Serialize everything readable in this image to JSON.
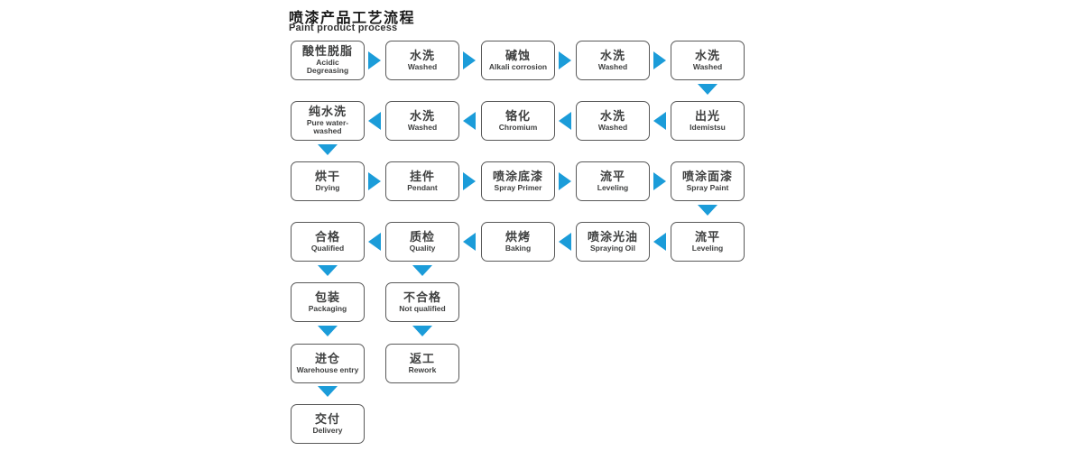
{
  "title": {
    "zh": "喷漆产品工艺流程",
    "en": "Paint product process"
  },
  "colors": {
    "arrow": "#1b9cd9",
    "border": "#595959",
    "text": "#3f4040",
    "title": "#1a1a1a",
    "bg": "#ffffff"
  },
  "process": {
    "rows": [
      {
        "direction": "right",
        "nodes": [
          {
            "zh": "酸性脱脂",
            "en": "Acidic\nDegreasing"
          },
          {
            "zh": "水洗",
            "en": "Washed"
          },
          {
            "zh": "碱蚀",
            "en": "Alkali corrosion"
          },
          {
            "zh": "水洗",
            "en": "Washed"
          },
          {
            "zh": "水洗",
            "en": "Washed"
          }
        ]
      },
      {
        "direction": "left",
        "nodes": [
          {
            "zh": "纯水洗",
            "en": "Pure water-\nwashed"
          },
          {
            "zh": "水洗",
            "en": "Washed"
          },
          {
            "zh": "铬化",
            "en": "Chromium"
          },
          {
            "zh": "水洗",
            "en": "Washed"
          },
          {
            "zh": "出光",
            "en": "Idemistsu"
          }
        ]
      },
      {
        "direction": "right",
        "nodes": [
          {
            "zh": "烘干",
            "en": "Drying"
          },
          {
            "zh": "挂件",
            "en": "Pendant"
          },
          {
            "zh": "喷涂底漆",
            "en": "Spray Primer"
          },
          {
            "zh": "流平",
            "en": "Leveling"
          },
          {
            "zh": "喷涂面漆",
            "en": "Spray Paint"
          }
        ]
      },
      {
        "direction": "left",
        "nodes": [
          {
            "zh": "合格",
            "en": "Qualified"
          },
          {
            "zh": "质检",
            "en": "Quality"
          },
          {
            "zh": "烘烤",
            "en": "Baking"
          },
          {
            "zh": "喷涂光油",
            "en": "Spraying Oil"
          },
          {
            "zh": "流平",
            "en": "Leveling"
          }
        ]
      },
      {
        "direction": "down",
        "nodes": [
          {
            "zh": "包装",
            "en": "Packaging"
          },
          {
            "zh": "不合格",
            "en": "Not qualified"
          }
        ]
      },
      {
        "direction": "down",
        "nodes": [
          {
            "zh": "进仓",
            "en": "Warehouse entry"
          },
          {
            "zh": "返工",
            "en": "Rework"
          }
        ]
      },
      {
        "direction": "down",
        "nodes": [
          {
            "zh": "交付",
            "en": "Delivery"
          }
        ]
      }
    ]
  }
}
